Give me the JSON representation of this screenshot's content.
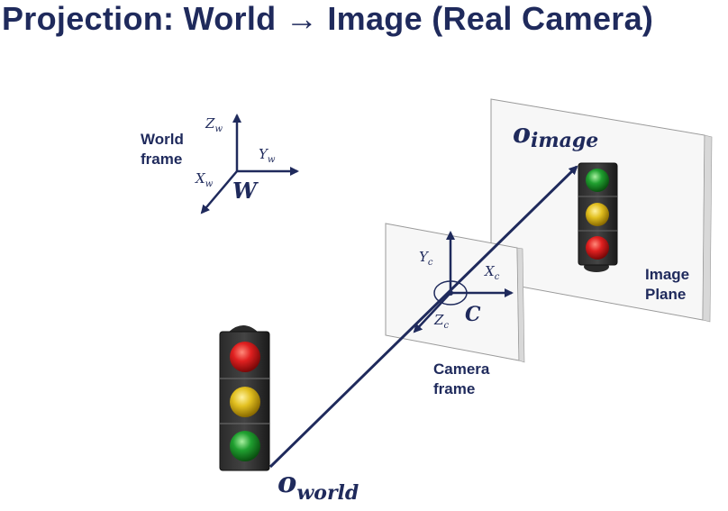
{
  "slide": {
    "title": "Projection: World → Image (Real Camera)"
  },
  "world_frame": {
    "label_line1": "World",
    "label_line2": "frame",
    "origin_label": "W",
    "axis_z": "Z",
    "axis_z_sub": "w",
    "axis_y": "Y",
    "axis_y_sub": "w",
    "axis_x": "X",
    "axis_x_sub": "w"
  },
  "camera_frame": {
    "label_line1": "Camera",
    "label_line2": "frame",
    "origin_label": "C",
    "axis_y": "Y",
    "axis_y_sub": "c",
    "axis_x": "X",
    "axis_x_sub": "c",
    "axis_z": "Z",
    "axis_z_sub": "c"
  },
  "image_plane": {
    "label_line1": "Image",
    "label_line2": "Plane",
    "point_main": "o",
    "point_sub": "image"
  },
  "world_point": {
    "point_main": "o",
    "point_sub": "world"
  },
  "colors": {
    "navy": "#1f2a5c",
    "red_light": "#e02020",
    "yellow_light": "#e2c020",
    "green_light": "#20a030",
    "housing": "#1a1a1a"
  }
}
